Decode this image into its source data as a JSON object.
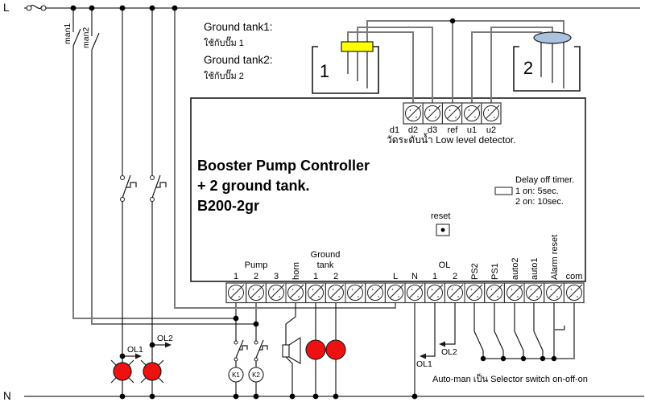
{
  "diagram": {
    "power": {
      "l": "L",
      "n": "N"
    },
    "switches": {
      "man1": "man1",
      "man2": "man2"
    },
    "overload": {
      "ol1": "OL1",
      "ol2": "OL2"
    },
    "contactors": {
      "k1": "K1",
      "k2": "K2"
    },
    "tanks": {
      "note1": "Ground tank1:",
      "note1_sub": "ใช้กับปั๊ม 1",
      "note2": "Ground tank2:",
      "note2_sub": "ใช้กับปั๊ม 2",
      "tank1_label": "1",
      "tank2_label": "2"
    },
    "controller": {
      "title_line1": "Booster Pump Controller",
      "title_line2": "+ 2 ground tank.",
      "title_line3": "B200-2gr",
      "sensor_caption": "วัดระดับน้ำ Low level detector.",
      "delay_title": "Delay off timer.",
      "delay_opt1": "1 on: 5sec.",
      "delay_opt2": "2 on: 10sec.",
      "reset_label": "reset",
      "top_terminals": [
        "d1",
        "d2",
        "d3",
        "ref",
        "u1",
        "u2"
      ],
      "bottom": {
        "pump_group": "Pump",
        "pump_terminals": [
          "1",
          "2",
          "3"
        ],
        "horn": "horn",
        "ground_word": "Ground",
        "tank_word": "tank",
        "tank_terminals": [
          "1",
          "2"
        ],
        "line": "L",
        "neutral": "N",
        "ol_group": "OL",
        "ol_terminals": [
          "1",
          "2"
        ],
        "ps2": "PS2",
        "ps1": "PS1",
        "auto2": "auto2",
        "auto1": "auto1",
        "alarm_reset": "Alarm reset",
        "com": "com"
      }
    },
    "footnote": "Auto-man เป็น Selector switch on-off-on",
    "colors": {
      "wire_gray": "#7b7b7b",
      "lamp_red": "#ee1111",
      "sensor_yellow": "#ffff00",
      "sensor_blue": "#a9c2df"
    }
  }
}
